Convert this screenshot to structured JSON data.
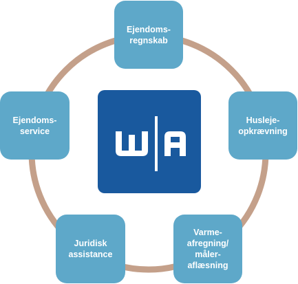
{
  "colors": {
    "ring": "#c4a08a",
    "node_fill": "#5ea8c9",
    "node_text": "#ffffff",
    "logo_fill": "#19599e",
    "logo_mark": "#ffffff"
  },
  "logo": {
    "letters": "W|A"
  },
  "nodes": {
    "top": "Ejendoms-\nregnskab",
    "right": "Husleje-\nopkrævning",
    "bottom_right": "Varme-\nafregning/\nmåler-\naflæsning",
    "bottom_left": "Juridisk\nassistance",
    "left": "Ejendoms-\nservice"
  }
}
